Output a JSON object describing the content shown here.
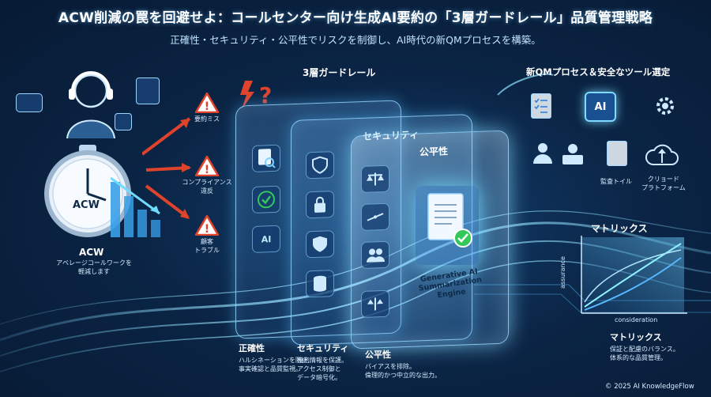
{
  "header": {
    "title": "ACW削減の罠を回避せよ：コールセンター向け生成AI要約の「3層ガードレール」品質管理戦略",
    "subtitle": "正確性・セキュリティ・公平性でリスクを制御し、AI時代の新QMプロセスを構築。"
  },
  "left": {
    "clock_label": "ACW",
    "heading": "ACW",
    "caption_line1": "アベレージコールワークを",
    "caption_line2": "軽減します",
    "risks": [
      {
        "label_line1": "要約ミス",
        "label_line2": ""
      },
      {
        "label_line1": "コンプライアンス",
        "label_line2": "違反"
      },
      {
        "label_line1": "顧客",
        "label_line2": "トラブル"
      }
    ]
  },
  "center": {
    "heading": "3層ガードレール",
    "panel_security": "セキュリティ",
    "panel_fairness": "公平性",
    "engine_line1": "Generative AI",
    "engine_line2": "Summarization",
    "engine_line3": "Engine"
  },
  "right": {
    "heading": "新QMプロセス＆安全なツール選定",
    "ai_label": "AI",
    "audit_label": "監査トイル",
    "cloud_line1": "クリョード",
    "cloud_line2": "プラトフォーム",
    "matrix_heading": "マトリックス",
    "y_axis": "assurance",
    "x_axis": "consideration"
  },
  "legend": [
    {
      "title": "正確性",
      "line1": "ハルシネーションを防止。",
      "line2": "事実確認と品質監視。"
    },
    {
      "title": "セキュリティ",
      "line1": "機密情報を保護。",
      "line2": "アクセス制御と",
      "line3": "データ暗号化。"
    },
    {
      "title": "公平性",
      "line1": "バイアスを排除。",
      "line2": "倫理的かつ中立的な出力。"
    },
    {
      "title": "マトリックス",
      "line1": "保証と配慮のバランス。",
      "line2": "体系的な品質管理。"
    }
  ],
  "footer": {
    "copyright": "© 2025 AI KnowledgeFlow"
  },
  "colors": {
    "accent": "#4fc3ff",
    "warning": "#e0432c",
    "check": "#34c759",
    "background": "#0b2546"
  }
}
